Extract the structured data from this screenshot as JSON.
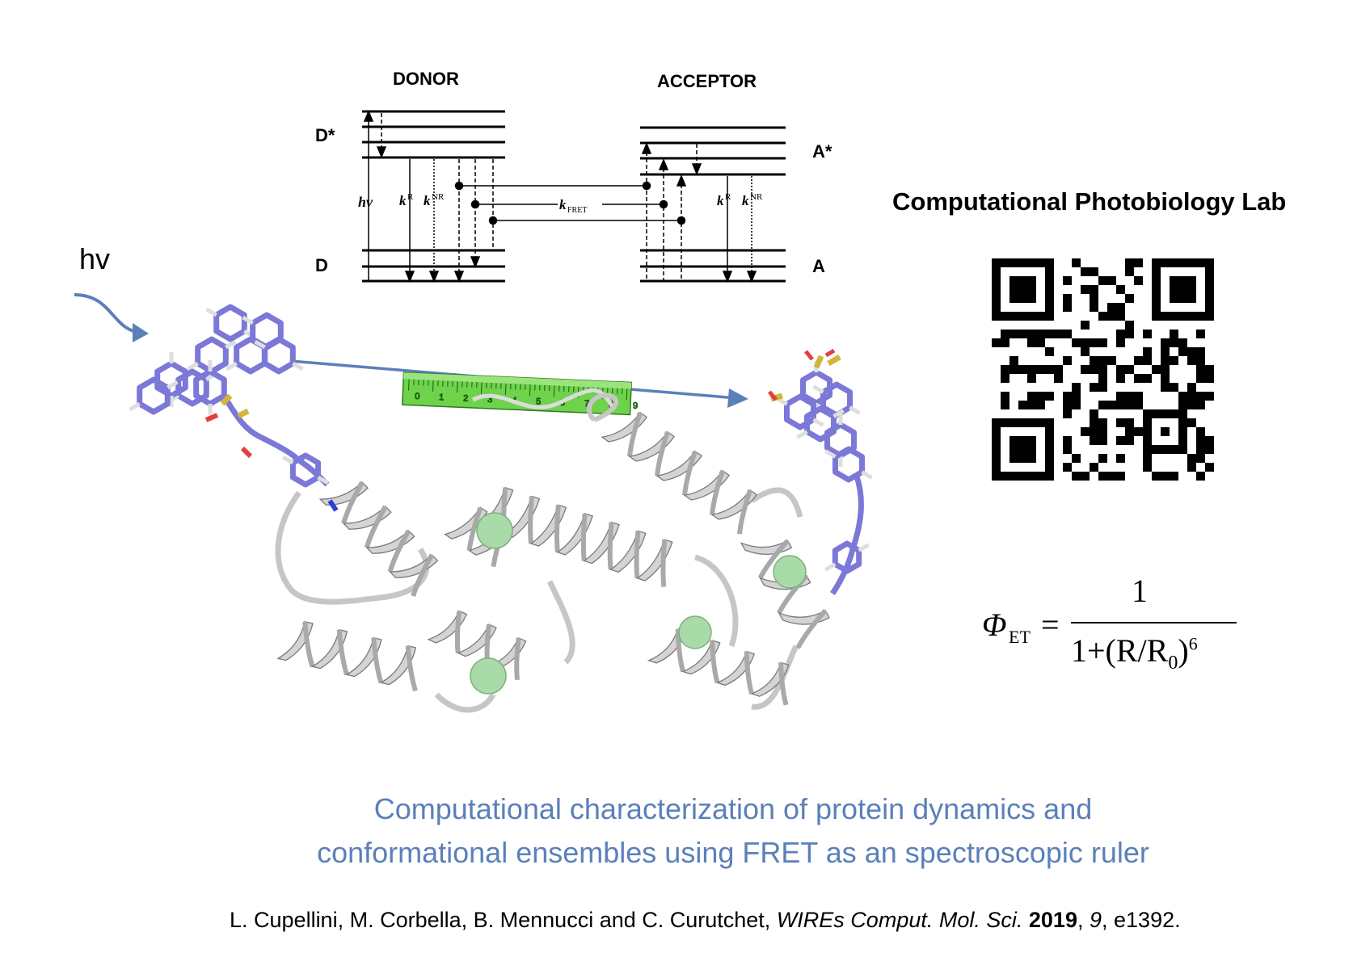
{
  "energy_diagram": {
    "donor_label": "DONOR",
    "acceptor_label": "ACCEPTOR",
    "donor_excited": "D*",
    "donor_ground": "D",
    "acceptor_excited": "A*",
    "acceptor_ground": "A",
    "hv": "hv",
    "kR_donor": "k",
    "kR_donor_sup": "R",
    "kNR_donor": "k",
    "kNR_donor_sup": "NR",
    "kFRET": "k",
    "kFRET_sub": "FRET",
    "kR_acceptor": "k",
    "kR_acceptor_sup": "R",
    "kNR_acceptor": "k",
    "kNR_acceptor_sup": "NR"
  },
  "excitation_label": "hv",
  "lab_title": "Computational Photobiology Lab",
  "formula": {
    "lhs": "Φ",
    "lhs_sub": "ET",
    "equals": "=",
    "numerator": "1",
    "denominator_pre": "1+(R/R",
    "denominator_sub": "0",
    "denominator_post": ")",
    "denominator_exp": "6"
  },
  "ruler_ticks": [
    "0",
    "1",
    "2",
    "3",
    "4",
    "5",
    "6",
    "7",
    "8",
    "9"
  ],
  "caption": {
    "line1": "Computational characterization of protein dynamics and",
    "line2": "conformational ensembles using FRET as an spectroscopic ruler"
  },
  "citation": {
    "authors": "L. Cupellini, M. Corbella, B. Mennucci and C. Curutchet, ",
    "journal": "WIREs Comput. Mol. Sci.",
    "year": "2019",
    "volume": "9",
    "article": ", e1392."
  },
  "colors": {
    "caption": "#5b80b9",
    "arrow": "#5b80b9",
    "dye": "#7b78d8",
    "protein": "#c8c8c8",
    "ion": "#a8dba8",
    "ruler": "#6ed34b"
  }
}
